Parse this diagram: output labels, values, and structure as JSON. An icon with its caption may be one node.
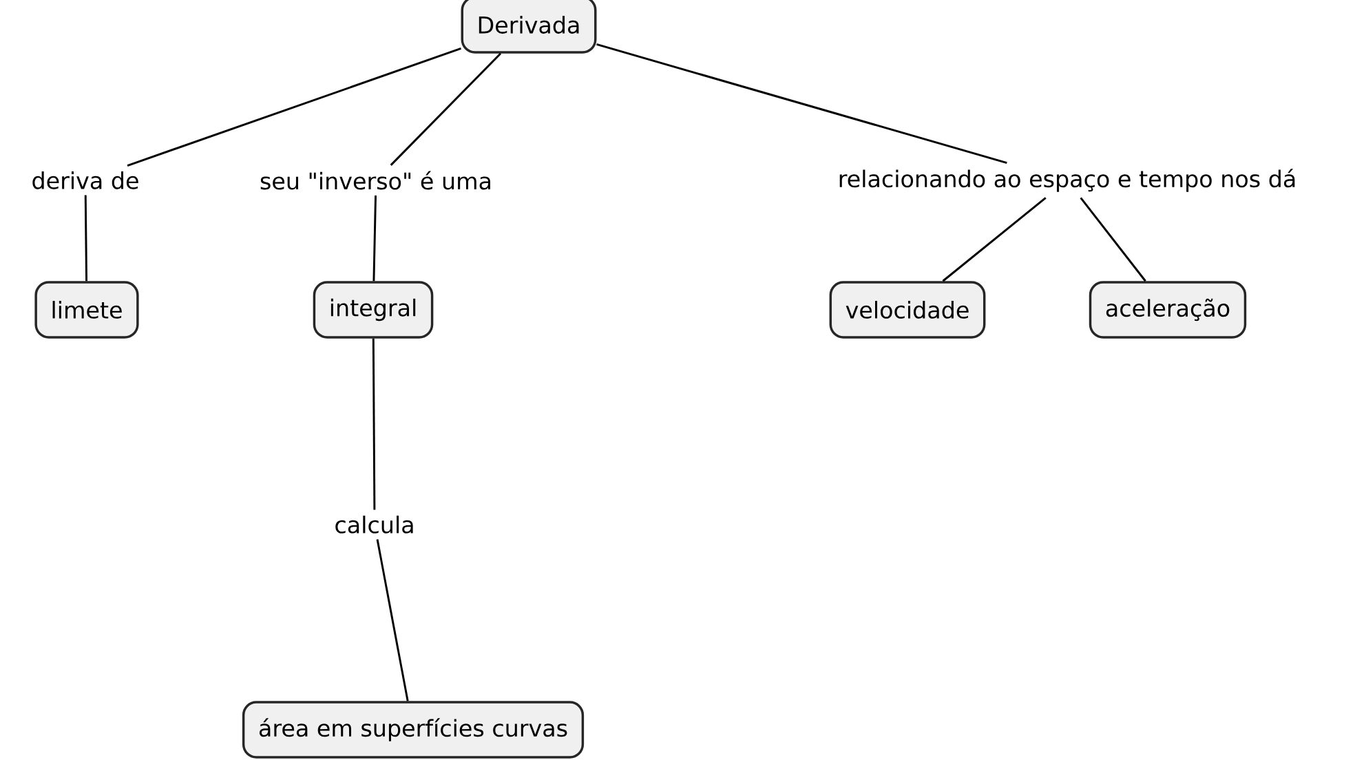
{
  "diagram": {
    "nodes": [
      {
        "text": [
          "Derivada"
        ]
      },
      {
        "text": [
          "deriva de"
        ]
      },
      {
        "text": [
          "seu \"inverso\" é uma"
        ]
      },
      {
        "text": [
          "relacionando ao espaço e tempo nos dá"
        ]
      },
      {
        "text": [
          "limete"
        ]
      },
      {
        "text": [
          "integral"
        ]
      },
      {
        "text": [
          "velocidade"
        ]
      },
      {
        "text": [
          "aceleração"
        ]
      },
      {
        "text": [
          "calcula"
        ]
      },
      {
        "text": [
          "área em superfícies curvas"
        ]
      }
    ],
    "edges": [
      {
        "from": 0,
        "to": 1,
        "arrow": "none"
      },
      {
        "from": 0,
        "to": 2,
        "arrow": "none"
      },
      {
        "from": 0,
        "to": 3,
        "arrow": "none"
      },
      {
        "from": 1,
        "to": 4,
        "arrow": "none"
      },
      {
        "from": 2,
        "to": 5,
        "arrow": "none"
      },
      {
        "from": 3,
        "to": 6,
        "arrow": "none"
      },
      {
        "from": 3,
        "to": 7,
        "arrow": "none"
      },
      {
        "from": 5,
        "to": 8,
        "arrow": "none"
      },
      {
        "from": 8,
        "to": 9,
        "arrow": "none"
      }
    ]
  }
}
